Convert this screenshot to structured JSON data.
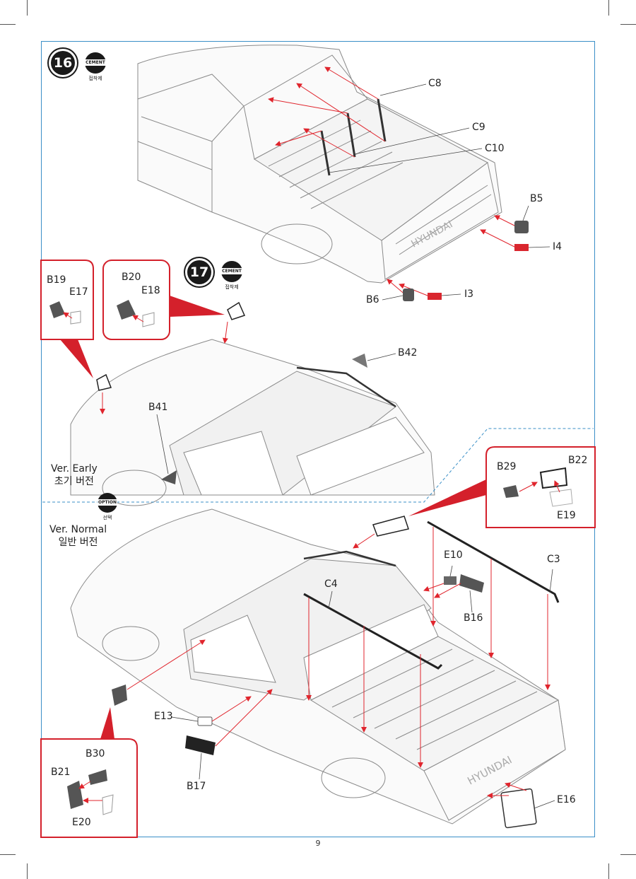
{
  "page_number": "9",
  "steps": [
    {
      "number": "16",
      "badge": "CEMENT",
      "badge_sub": "접착제"
    },
    {
      "number": "17",
      "badge": "CEMENT",
      "badge_sub": "접착제"
    }
  ],
  "option_badge": {
    "label": "OPTION",
    "sub": "선택"
  },
  "versions": {
    "early_line1": "Ver. Early",
    "early_line2": "초기 버전",
    "normal_line1": "Ver. Normal",
    "normal_line2": "일반 버전"
  },
  "parts": {
    "C8": "C8",
    "C9": "C9",
    "C10": "C10",
    "B5": "B5",
    "I4": "I4",
    "I3": "I3",
    "B6": "B6",
    "B19": "B19",
    "E17": "E17",
    "B20": "B20",
    "E18": "E18",
    "B42": "B42",
    "B41": "B41",
    "B29": "B29",
    "B22": "B22",
    "E19": "E19",
    "E10": "E10",
    "C3": "C3",
    "C4": "C4",
    "B16": "B16",
    "E13": "E13",
    "B17": "B17",
    "B30": "B30",
    "B21": "B21",
    "E20": "E20",
    "E16": "E16"
  },
  "colors": {
    "frame": "#3a8fc7",
    "arrow": "#e0252d",
    "callout": "#d4202b",
    "red_part": "#d9262e"
  }
}
